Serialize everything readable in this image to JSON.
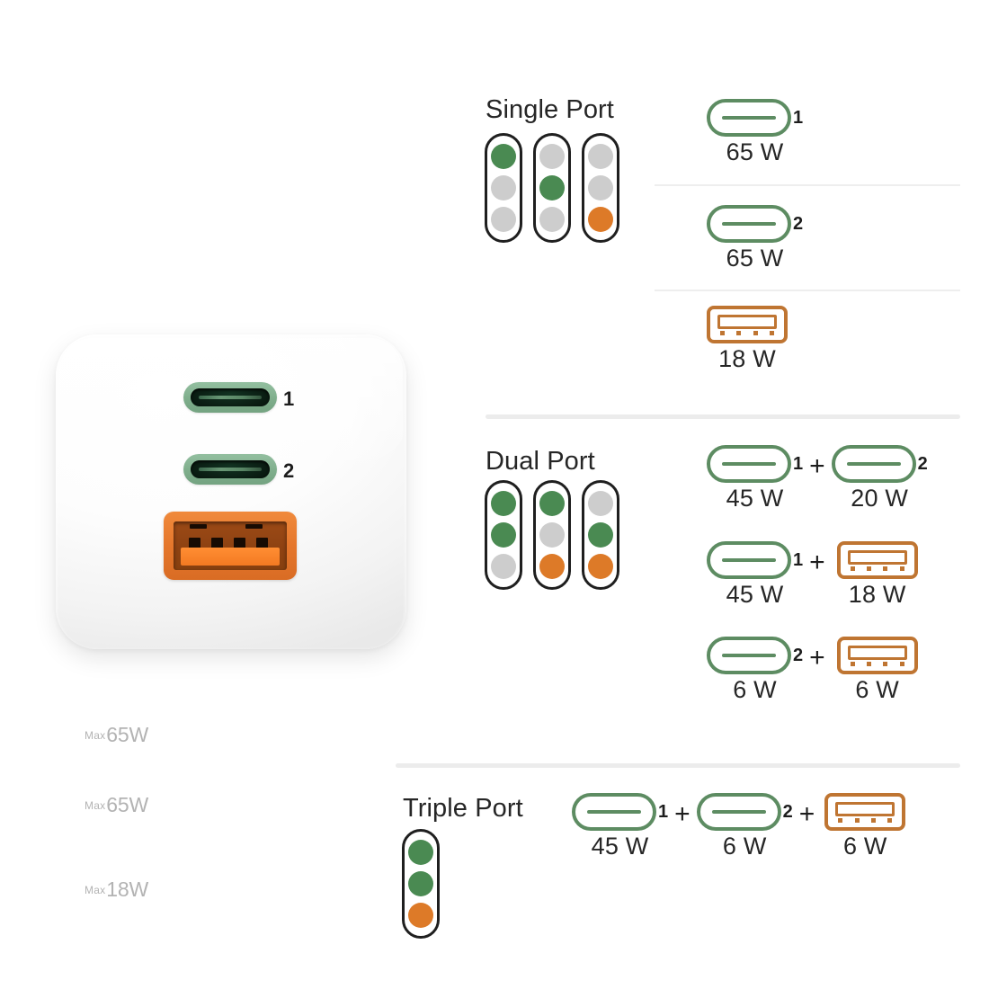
{
  "product": {
    "name": "usb-c-gan-charger",
    "ports": [
      {
        "label_prefix": "Max",
        "label_value": "65W",
        "number": "1",
        "type": "usb-c",
        "color": "#7fae8c"
      },
      {
        "label_prefix": "Max",
        "label_value": "65W",
        "number": "2",
        "type": "usb-c",
        "color": "#7fae8c"
      },
      {
        "label_prefix": "Max",
        "label_value": "18W",
        "number": "",
        "type": "usb-a",
        "color": "#e5772c"
      }
    ]
  },
  "colors": {
    "green": "#4a8a52",
    "green_outline": "#5d8c62",
    "orange": "#dd7a28",
    "orange_outline": "#bf7532",
    "gray_led": "#cdcdcd",
    "divider": "#ececec",
    "row_divider": "#eeeeee",
    "text": "#262626"
  },
  "sections": [
    {
      "id": "single-port",
      "title": "Single Port",
      "leds": [
        [
          "green",
          "gray",
          "gray"
        ],
        [
          "gray",
          "green",
          "gray"
        ],
        [
          "gray",
          "gray",
          "orange"
        ]
      ],
      "rows": [
        {
          "items": [
            {
              "icon": "usb-c",
              "badge": "1",
              "watt": "65 W"
            }
          ]
        },
        {
          "items": [
            {
              "icon": "usb-c",
              "badge": "2",
              "watt": "65 W"
            }
          ]
        },
        {
          "items": [
            {
              "icon": "usb-a",
              "badge": "",
              "watt": "18 W"
            }
          ]
        }
      ]
    },
    {
      "id": "dual-port",
      "title": "Dual Port",
      "leds": [
        [
          "green",
          "green",
          "gray"
        ],
        [
          "green",
          "gray",
          "orange"
        ],
        [
          "gray",
          "green",
          "orange"
        ]
      ],
      "rows": [
        {
          "items": [
            {
              "icon": "usb-c",
              "badge": "1",
              "watt": "45 W"
            },
            {
              "icon": "usb-c",
              "badge": "2",
              "watt": "20 W"
            }
          ],
          "sep": "+"
        },
        {
          "items": [
            {
              "icon": "usb-c",
              "badge": "1",
              "watt": "45 W"
            },
            {
              "icon": "usb-a",
              "badge": "",
              "watt": "18 W"
            }
          ],
          "sep": "+"
        },
        {
          "items": [
            {
              "icon": "usb-c",
              "badge": "2",
              "watt": "6 W"
            },
            {
              "icon": "usb-a",
              "badge": "",
              "watt": "6 W"
            }
          ],
          "sep": "+"
        }
      ]
    },
    {
      "id": "triple-port",
      "title": "Triple Port",
      "leds": [
        [
          "green",
          "green",
          "orange"
        ]
      ],
      "rows": [
        {
          "items": [
            {
              "icon": "usb-c",
              "badge": "1",
              "watt": "45 W"
            },
            {
              "icon": "usb-c",
              "badge": "2",
              "watt": "6 W"
            },
            {
              "icon": "usb-a",
              "badge": "",
              "watt": "6 W"
            }
          ],
          "sep": "+"
        }
      ]
    }
  ]
}
